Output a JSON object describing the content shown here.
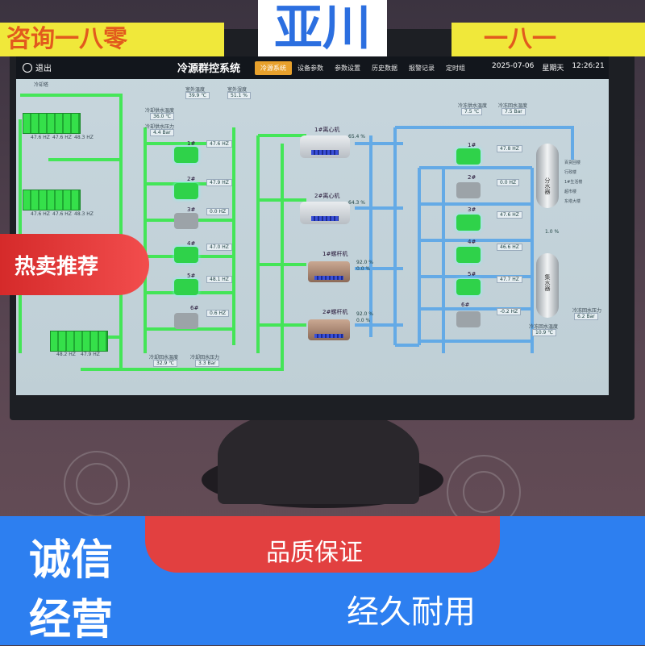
{
  "banner": {
    "brand": "亚川",
    "left_slogan": "咨询一八零",
    "right_slogan": "一八一",
    "hot_badge": "热卖推荐",
    "bottom": {
      "chengxin": "诚信",
      "jingying": "经营",
      "pinzhi": "品质保证",
      "naiyong": "经久耐用"
    }
  },
  "screen": {
    "exit_label": "退出",
    "system_title": "冷源群控系统",
    "nav_tabs": [
      "冷源系统",
      "设备参数",
      "参数设置",
      "历史数据",
      "报警记录",
      "定时组"
    ],
    "active_tab": "冷源系统",
    "date": "2025-07-06",
    "weekday": "星期天",
    "time": "12:26:21",
    "cooling_tower_label": "冷却塔",
    "top_readings": [
      {
        "label": "室外温度",
        "value": "39.9 ℃"
      },
      {
        "label": "室外湿度",
        "value": "51.1 %"
      }
    ],
    "cooling_supply": {
      "label_temp": "冷却供水温度",
      "temp": "36.0 ℃",
      "label_press": "冷却供水压力",
      "press": "4.4 Bar"
    },
    "tower_freqs": [
      "47.6 HZ",
      "47.6 HZ",
      "48.3 HZ",
      "47.6 HZ",
      "47.6 HZ",
      "48.3 HZ",
      "48.2 HZ",
      "47.9 HZ"
    ],
    "cooling_pumps": [
      {
        "name": "1#",
        "freq": "47.6 HZ"
      },
      {
        "name": "2#",
        "freq": "47.9 HZ"
      },
      {
        "name": "3#",
        "freq": "0.0 HZ"
      },
      {
        "name": "4#",
        "freq": "47.0 HZ"
      },
      {
        "name": "5#",
        "freq": "48.1 HZ"
      },
      {
        "name": "6#",
        "freq": "0.6 HZ"
      }
    ],
    "cooling_return": {
      "label_temp": "冷却回水温度",
      "temp": "32.9 ℃",
      "label_press": "冷却回水压力",
      "press": "3.3 Bar"
    },
    "chillers": [
      {
        "name": "1#离心机",
        "pct": "65.4 %"
      },
      {
        "name": "2#离心机",
        "pct": "64.3 %"
      },
      {
        "name": "1#螺杆机",
        "pct1": "92.0 %",
        "pct2": "0.0 %"
      },
      {
        "name": "2#螺杆机",
        "pct1": "92.0 %",
        "pct2": "0.0 %"
      }
    ],
    "chilled_supply": {
      "label_temp": "冷冻供水温度",
      "temp": "7.5 ℃",
      "label_temp2": "冷冻回水温度",
      "temp2": "7.5 Bar"
    },
    "chilled_pumps": [
      {
        "name": "1#",
        "freq": "47.8 HZ"
      },
      {
        "name": "2#",
        "freq": "0.0 HZ"
      },
      {
        "name": "3#",
        "freq": "47.6 HZ"
      },
      {
        "name": "4#",
        "freq": "46.6 HZ"
      },
      {
        "name": "5#",
        "freq": "47.7 HZ"
      },
      {
        "name": "6#",
        "freq": "-0.2 HZ"
      }
    ],
    "tank_1": "分水器",
    "tank_2": "集水器",
    "tank_legend": [
      "百货回楼",
      "行政楼",
      "1#生活楼",
      "超市楼",
      "东塔大楼"
    ],
    "bypass_pct": "1.0 %",
    "chilled_return": {
      "label_temp": "冷冻回水温度",
      "temp": "10.9 ℃",
      "label_press": "冷冻回水压力",
      "press": "6.2 Bar"
    }
  }
}
